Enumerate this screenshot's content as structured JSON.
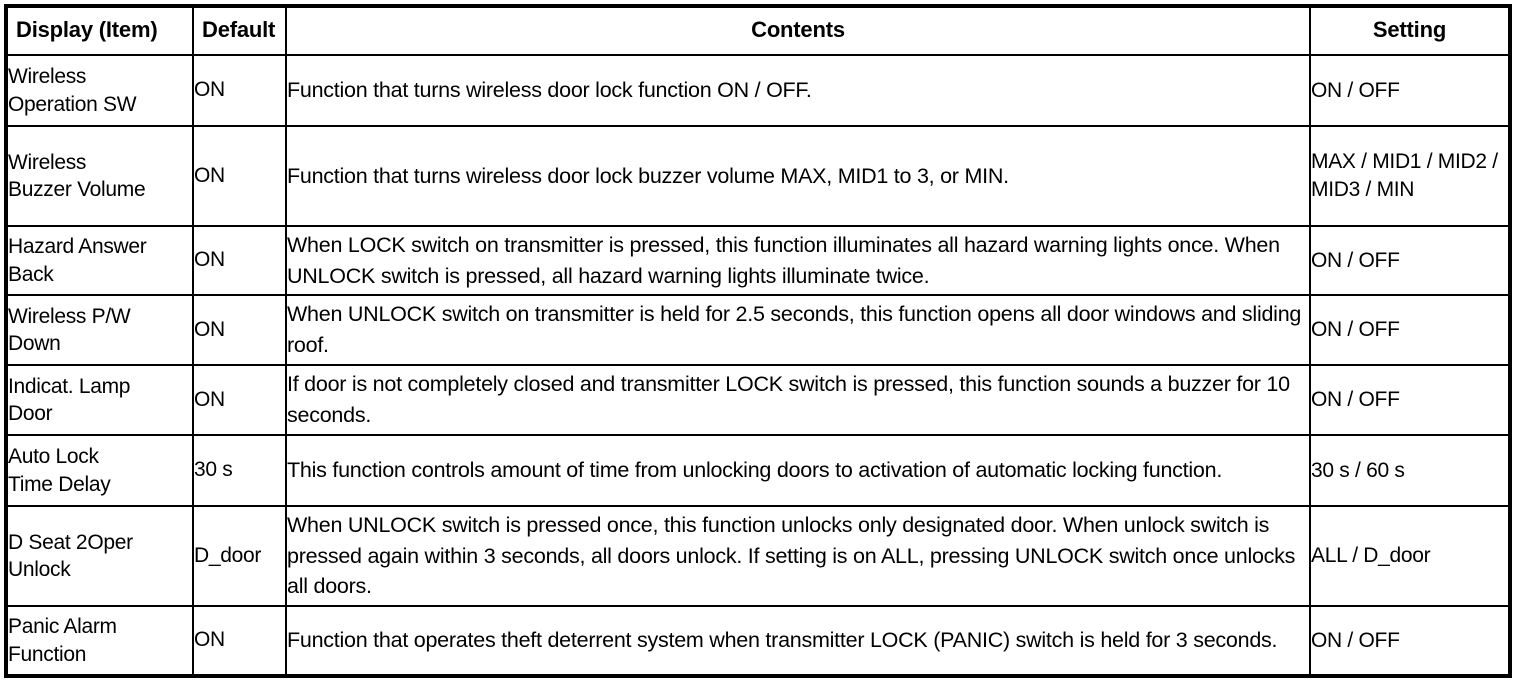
{
  "table": {
    "columns": [
      {
        "key": "item",
        "label": "Display (Item)",
        "align": "left"
      },
      {
        "key": "default",
        "label": "Default",
        "align": "left"
      },
      {
        "key": "content",
        "label": "Contents",
        "align": "center"
      },
      {
        "key": "setting",
        "label": "Setting",
        "align": "center"
      }
    ],
    "rows": [
      {
        "item_line1": "Wireless",
        "item_line2": "Operation SW",
        "default": "ON",
        "content": "Function that turns wireless door lock function ON / OFF.",
        "setting": "ON / OFF"
      },
      {
        "item_line1": "Wireless",
        "item_line2": "Buzzer Volume",
        "default": "ON",
        "content": "Function that turns wireless door lock buzzer volume MAX, MID1 to 3, or MIN.",
        "setting": "MAX / MID1 / MID2 / MID3 / MIN"
      },
      {
        "item_line1": "Hazard Answer",
        "item_line2": "Back",
        "default": "ON",
        "content": "When LOCK switch on transmitter is pressed, this function illuminates all hazard warning lights once. When UNLOCK switch is pressed, all hazard warning lights illuminate twice.",
        "setting": "ON / OFF"
      },
      {
        "item_line1": "Wireless P/W",
        "item_line2": "Down",
        "default": "ON",
        "content": "When UNLOCK switch on transmitter is held for 2.5 seconds, this function opens all door windows and sliding roof.",
        "setting": "ON / OFF"
      },
      {
        "item_line1": "Indicat. Lamp",
        "item_line2": "Door",
        "default": "ON",
        "content": "If door is not completely closed and transmitter LOCK switch is pressed, this function sounds a buzzer for 10 seconds.",
        "setting": "ON / OFF"
      },
      {
        "item_line1": "Auto Lock",
        "item_line2": "Time Delay",
        "default": "30 s",
        "content": "This function controls amount of time from unlocking doors to activation of automatic locking function.",
        "setting": "30 s / 60 s"
      },
      {
        "item_line1": "D Seat 2Oper",
        "item_line2": "Unlock",
        "default": "D_door",
        "content": "When UNLOCK switch is pressed once, this function unlocks only designated door. When unlock switch is pressed again within 3 seconds, all doors unlock. If setting is on ALL, pressing UNLOCK switch once unlocks all doors.",
        "setting": "ALL / D_door"
      },
      {
        "item_line1": "Panic Alarm",
        "item_line2": "Function",
        "default": "ON",
        "content": "Function that operates theft deterrent system when transmitter LOCK (PANIC) switch is held for 3 seconds.",
        "setting": "ON / OFF"
      }
    ]
  },
  "colors": {
    "border": "#000000",
    "text": "#000000",
    "background": "#ffffff"
  }
}
